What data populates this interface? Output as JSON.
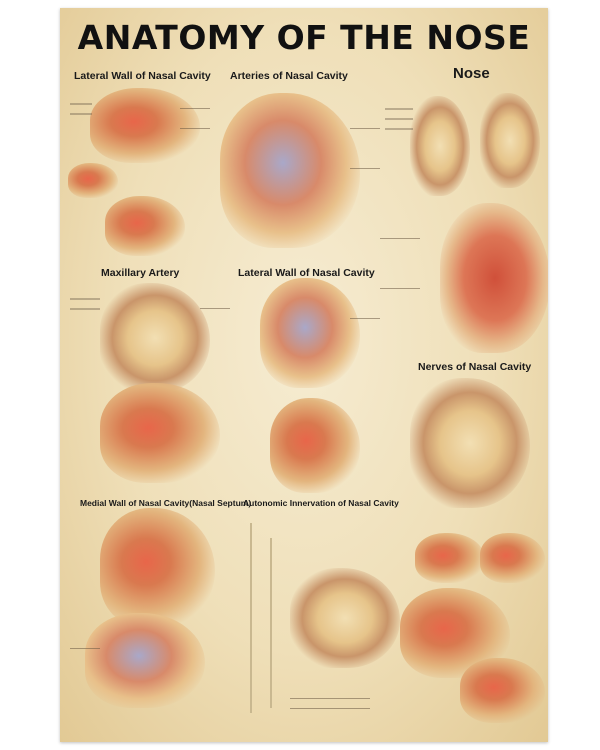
{
  "poster": {
    "title": "ANATOMY OF THE NOSE",
    "sections": [
      {
        "title": "Lateral Wall of Nasal Cavity"
      },
      {
        "title": "Arteries of Nasal Cavity"
      },
      {
        "title": "Nose"
      },
      {
        "title": "Maxillary Artery"
      },
      {
        "title": "Lateral Wall of Nasal Cavity"
      },
      {
        "title": "Nerves of Nasal Cavity"
      },
      {
        "title": "Medial Wall of Nasal Cavity(Nasal Septum)"
      },
      {
        "title": "Autonomic Innervation of Nasal Cavity"
      }
    ]
  }
}
